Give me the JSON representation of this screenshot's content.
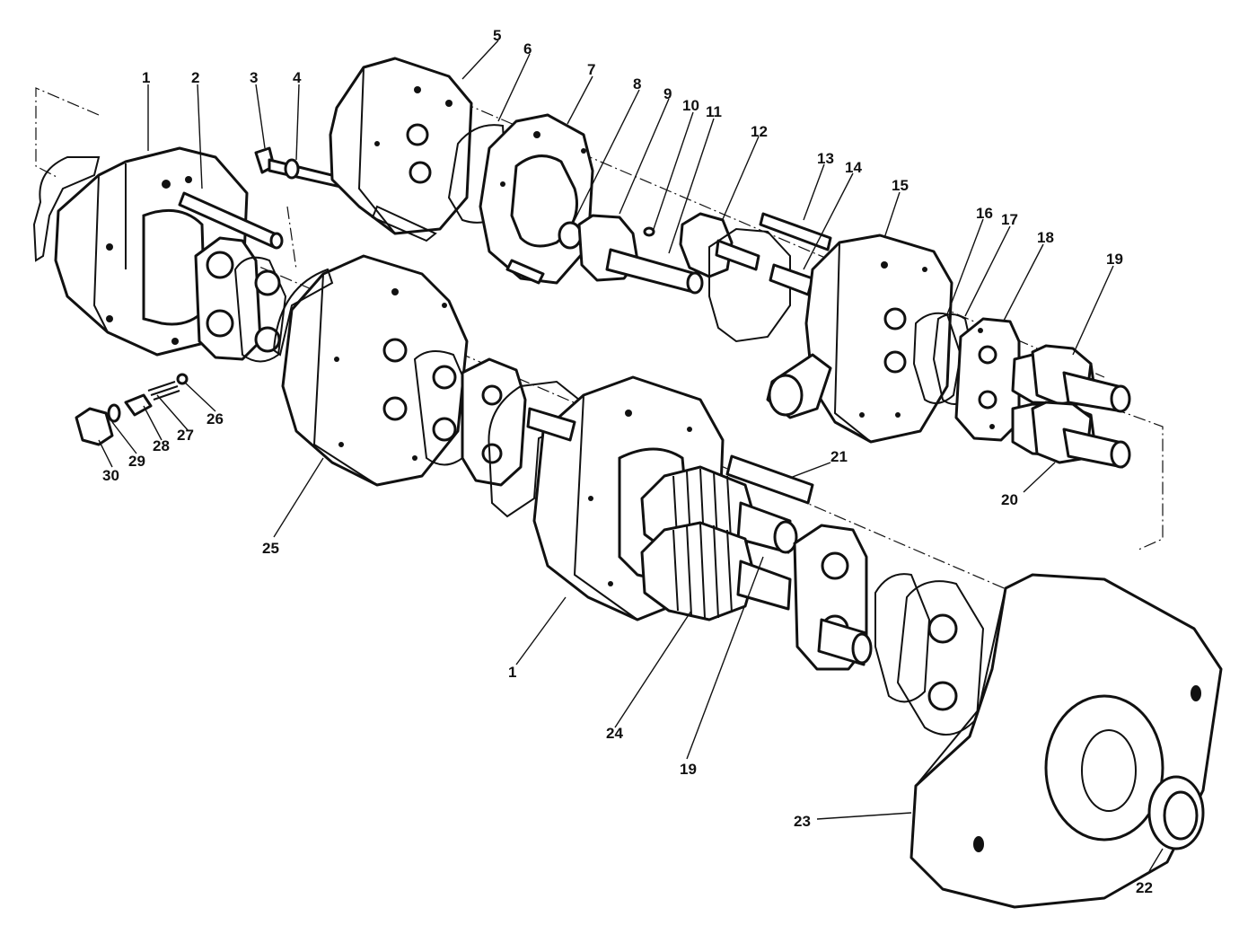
{
  "callouts": [
    {
      "id": "c1a",
      "label": "1"
    },
    {
      "id": "c2",
      "label": "2"
    },
    {
      "id": "c3",
      "label": "3"
    },
    {
      "id": "c4",
      "label": "4"
    },
    {
      "id": "c5",
      "label": "5"
    },
    {
      "id": "c6",
      "label": "6"
    },
    {
      "id": "c7",
      "label": "7"
    },
    {
      "id": "c8",
      "label": "8"
    },
    {
      "id": "c9",
      "label": "9"
    },
    {
      "id": "c10",
      "label": "10"
    },
    {
      "id": "c11",
      "label": "11"
    },
    {
      "id": "c12",
      "label": "12"
    },
    {
      "id": "c13",
      "label": "13"
    },
    {
      "id": "c14",
      "label": "14"
    },
    {
      "id": "c15",
      "label": "15"
    },
    {
      "id": "c16",
      "label": "16"
    },
    {
      "id": "c17",
      "label": "17"
    },
    {
      "id": "c18",
      "label": "18"
    },
    {
      "id": "c19a",
      "label": "19"
    },
    {
      "id": "c20",
      "label": "20"
    },
    {
      "id": "c21",
      "label": "21"
    },
    {
      "id": "c22",
      "label": "22"
    },
    {
      "id": "c23",
      "label": "23"
    },
    {
      "id": "c24",
      "label": "24"
    },
    {
      "id": "c25",
      "label": "25"
    },
    {
      "id": "c26",
      "label": "26"
    },
    {
      "id": "c27",
      "label": "27"
    },
    {
      "id": "c28",
      "label": "28"
    },
    {
      "id": "c29",
      "label": "29"
    },
    {
      "id": "c30",
      "label": "30"
    },
    {
      "id": "c1b",
      "label": "1"
    },
    {
      "id": "c19b",
      "label": "19"
    }
  ]
}
